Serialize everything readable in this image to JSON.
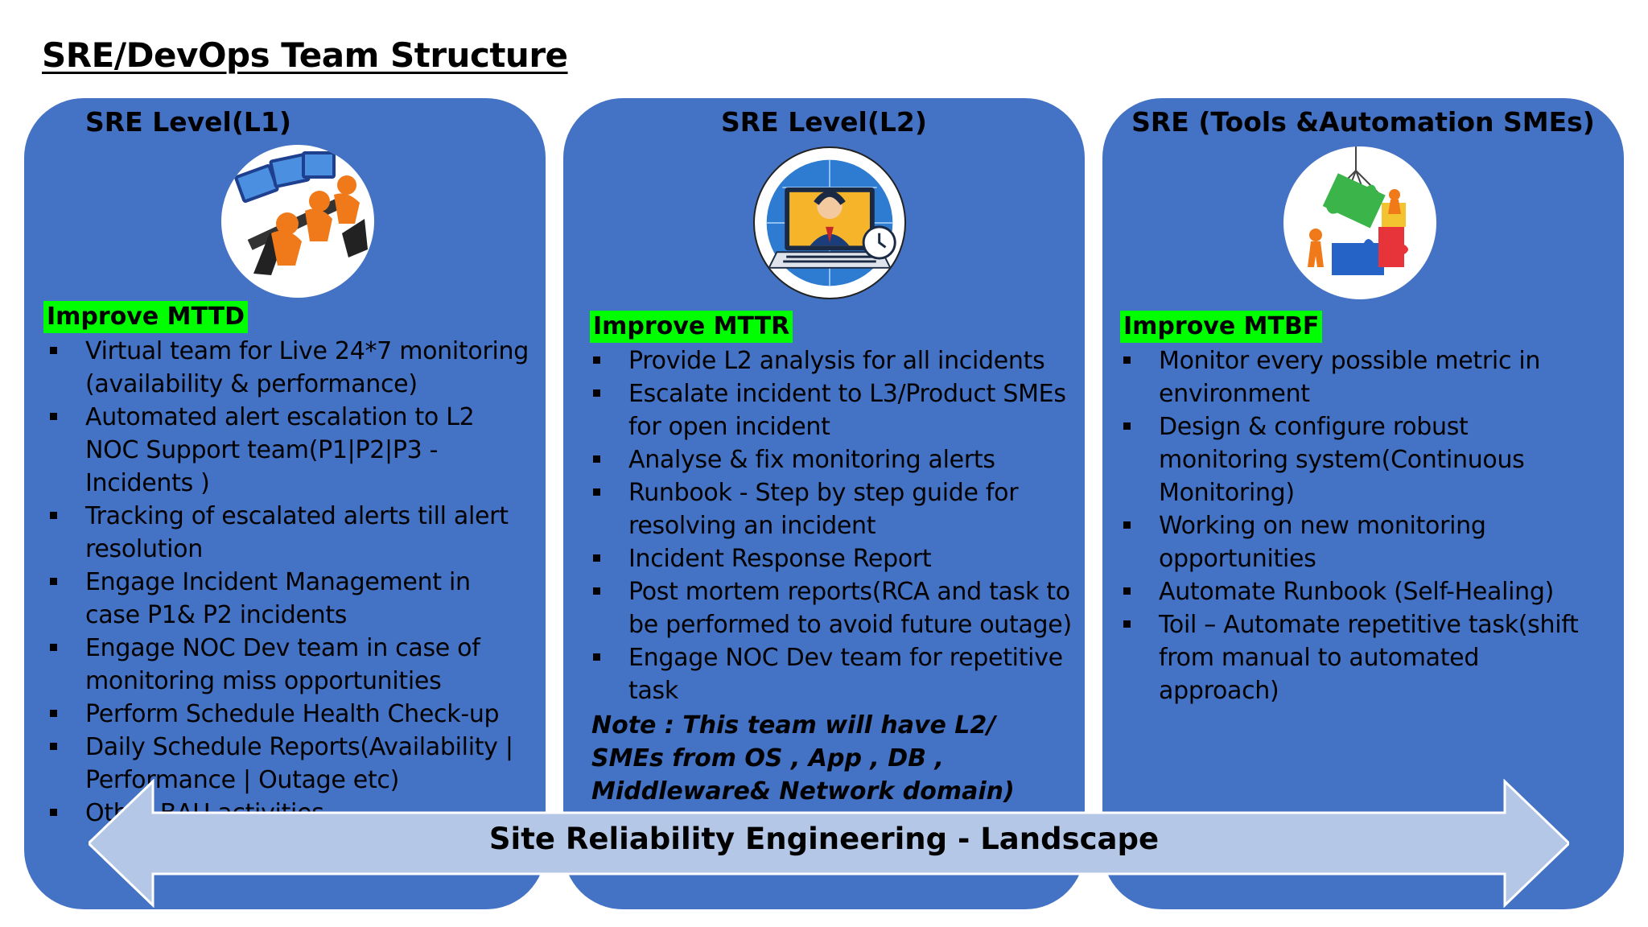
{
  "title": "SRE/DevOps Team Structure",
  "colors": {
    "panel": "#4472c4",
    "badge": "#00ff00",
    "arrow": "#b4c7e7"
  },
  "panels": [
    {
      "title": "SRE Level(L1)",
      "icon": "monitoring-operators-icon",
      "badge": "Improve  MTTD",
      "bullets": [
        "Virtual team for Live 24*7 monitoring (availability & performance)",
        "Automated alert escalation to L2 NOC Support team(P1|P2|P3 - Incidents )",
        "Tracking of escalated alerts till alert resolution",
        "Engage Incident Management in case P1& P2 incidents",
        "Engage NOC Dev team in case of monitoring miss opportunities",
        "Perform Schedule Health Check-up",
        "Daily Schedule Reports(Availability | Performance | Outage etc)",
        "Other BAU activities"
      ]
    },
    {
      "title": "SRE Level(L2)",
      "icon": "support-agent-laptop-icon",
      "badge": "Improve MTTR",
      "bullets": [
        "Provide L2 analysis for all incidents",
        "Escalate incident to L3/Product SMEs for open incident",
        "Analyse & fix monitoring alerts",
        "Runbook - Step by step guide for resolving an incident",
        "Incident Response Report",
        "Post mortem reports(RCA and task to be performed to avoid future outage)",
        "Engage NOC Dev team for repetitive task"
      ],
      "note": "Note : This team will have L2/ SMEs from OS , App , DB , Middleware& Network domain)"
    },
    {
      "title": "SRE (Tools &Automation SMEs)",
      "icon": "puzzle-automation-icon",
      "badge": "Improve MTBF",
      "bullets": [
        "Monitor every possible metric in environment",
        "Design & configure robust monitoring system(Continuous Monitoring)",
        "Working on new monitoring opportunities",
        "Automate Runbook (Self-Healing)",
        "Toil – Automate repetitive task(shift from manual to automated approach)"
      ]
    }
  ],
  "arrow_label": "Site Reliability Engineering - Landscape"
}
